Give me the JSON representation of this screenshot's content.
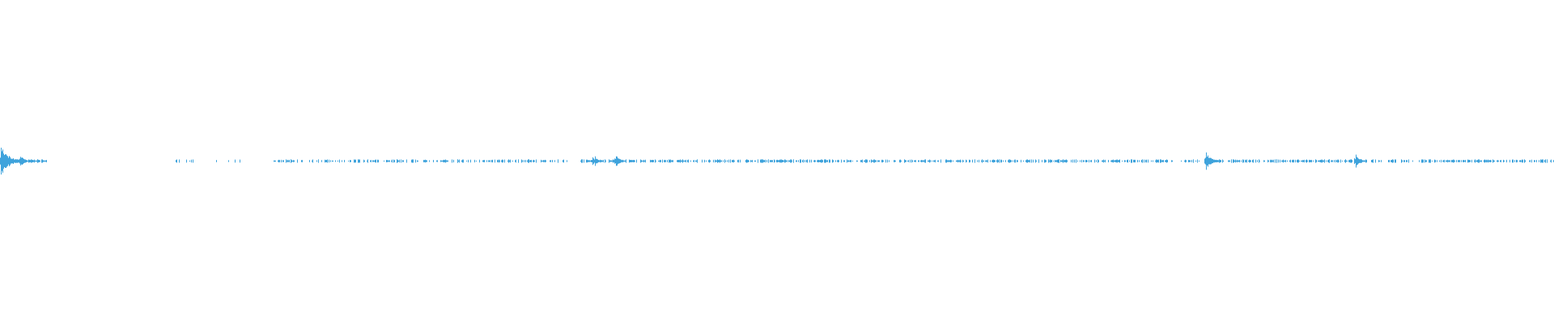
{
  "waveform": {
    "color": "#3fa3dc",
    "background": "#ffffff",
    "duration_fraction_note": "",
    "peaks": [
      {
        "t": 0.0005,
        "amp": 0.09
      },
      {
        "t": 0.002,
        "amp": 0.05
      },
      {
        "t": 0.013,
        "amp": 0.04
      },
      {
        "t": 0.381,
        "amp": 0.025
      },
      {
        "t": 0.383,
        "amp": 0.03
      },
      {
        "t": 0.3965,
        "amp": 0.04
      },
      {
        "t": 0.439,
        "amp": 0.01
      },
      {
        "t": 0.684,
        "amp": 0.015
      },
      {
        "t": 0.776,
        "amp": 0.055
      },
      {
        "t": 0.8725,
        "amp": 0.045
      },
      {
        "t": 0.874,
        "amp": 0.02
      }
    ],
    "segments": [
      {
        "start": 0.0,
        "end": 0.03,
        "density": 0.9
      },
      {
        "start": 0.11,
        "end": 0.155,
        "density": 0.15
      },
      {
        "start": 0.175,
        "end": 0.365,
        "density": 0.55
      },
      {
        "start": 0.373,
        "end": 0.755,
        "density": 0.65
      },
      {
        "start": 0.76,
        "end": 1.0,
        "density": 0.6
      }
    ]
  }
}
